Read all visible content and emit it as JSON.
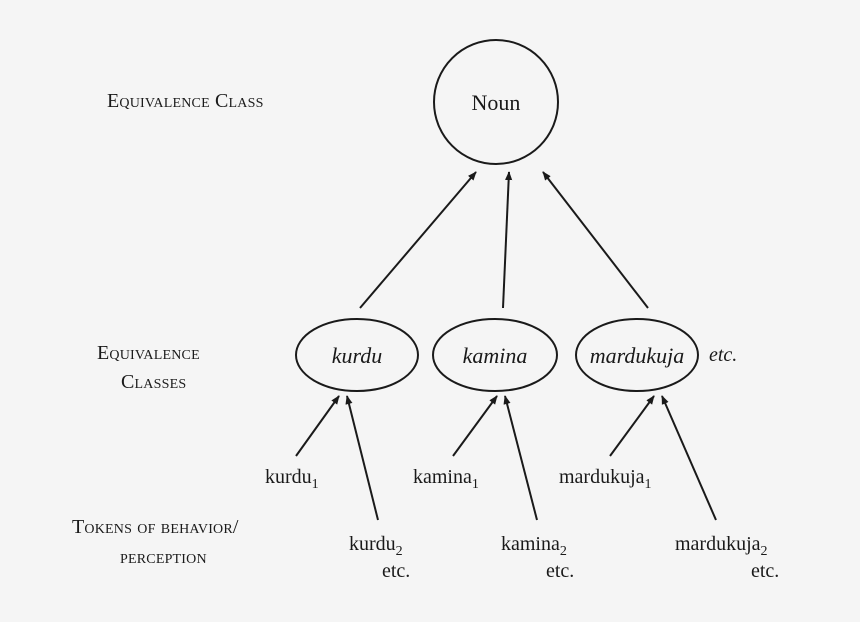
{
  "colors": {
    "background": "#f5f5f5",
    "ink": "#1a1a1a"
  },
  "labels": {
    "equivalence_class": "Equivalence Class",
    "equivalence_classes_line1": "Equivalence",
    "equivalence_classes_line2": "Classes",
    "tokens_line1": "Tokens of behavior/",
    "tokens_line2": "perception"
  },
  "top_node": {
    "label": "Noun"
  },
  "class_nodes": [
    {
      "label": "kurdu"
    },
    {
      "label": "kamina"
    },
    {
      "label": "mardukuja"
    }
  ],
  "class_etc": "etc.",
  "tokens": [
    {
      "word": "kurdu",
      "index1": "1",
      "index2": "2",
      "etc": "etc."
    },
    {
      "word": "kamina",
      "index1": "1",
      "index2": "2",
      "etc": "etc."
    },
    {
      "word": "mardukuja",
      "index1": "1",
      "index2": "2",
      "etc": "etc."
    }
  ]
}
